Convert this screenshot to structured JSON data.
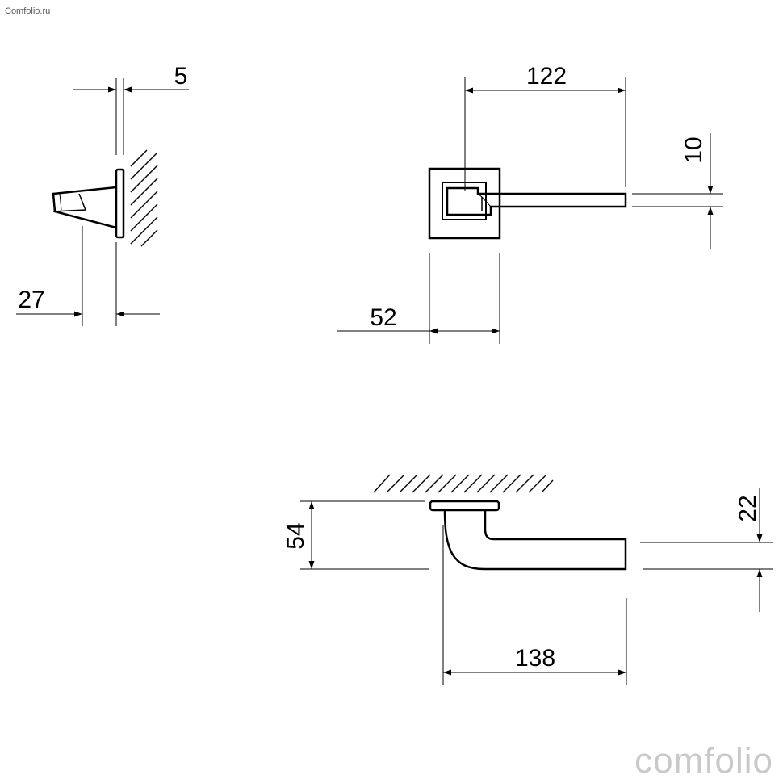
{
  "watermark_top": "Comfolio.ru",
  "watermark_bottom": "comfolio",
  "dimensions": {
    "side_rose_thickness": "5",
    "side_projection": "27",
    "front_length": "122",
    "front_lever_height": "10",
    "front_rose_width": "52",
    "top_height": "54",
    "top_lever_width": "22",
    "top_length": "138"
  }
}
